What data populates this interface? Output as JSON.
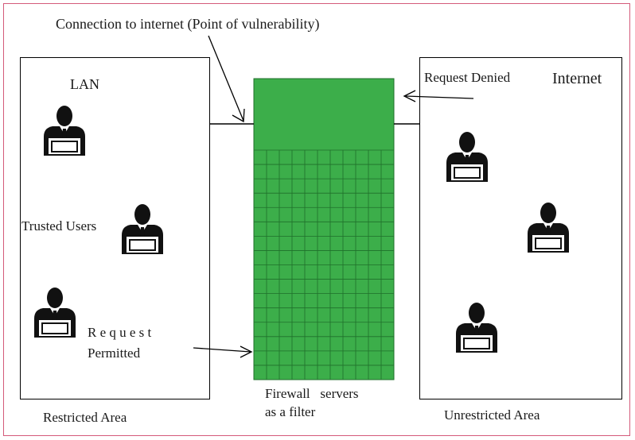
{
  "labels": {
    "connection": "Connection to internet (Point of vulnerability)",
    "lan": "LAN",
    "internet": "Internet",
    "request_denied": "Request Denied",
    "trusted_users": "Trusted Users",
    "request": "R e q u e s t",
    "permitted": "Permitted",
    "firewall_line1": "Firewall   servers",
    "firewall_line2": "as a filter",
    "restricted_area": "Restricted Area",
    "unrestricted_area": "Unrestricted Area"
  },
  "colors": {
    "firewall_green": "#3cae4a",
    "grid_line": "#1f6f2a",
    "frame_border": "#d45a7a",
    "user_silhouette": "#111111"
  },
  "icons": {
    "user": "user-at-laptop-icon"
  }
}
